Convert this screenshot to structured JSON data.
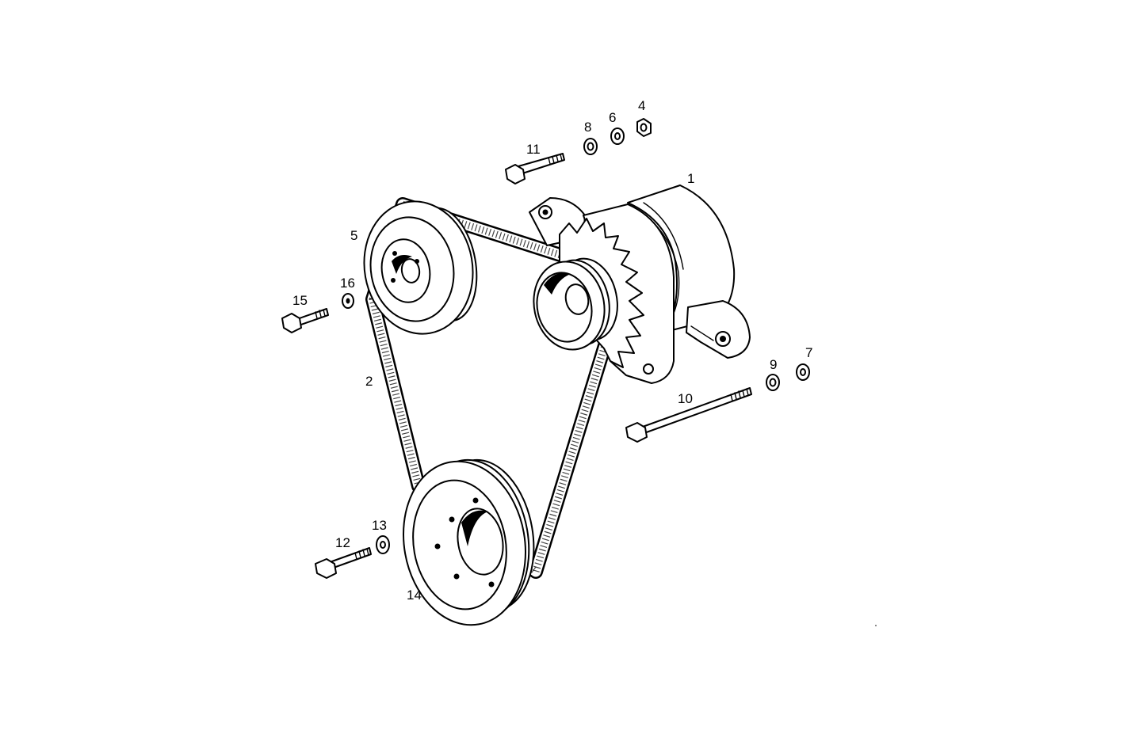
{
  "diagram": {
    "callouts": {
      "p1": "1",
      "p2": "2",
      "p4": "4",
      "p5": "5",
      "p6": "6",
      "p7": "7",
      "p8": "8",
      "p9": "9",
      "p10": "10",
      "p11": "11",
      "p12": "12",
      "p13": "13",
      "p14": "14",
      "p15": "15",
      "p16": "16"
    }
  }
}
